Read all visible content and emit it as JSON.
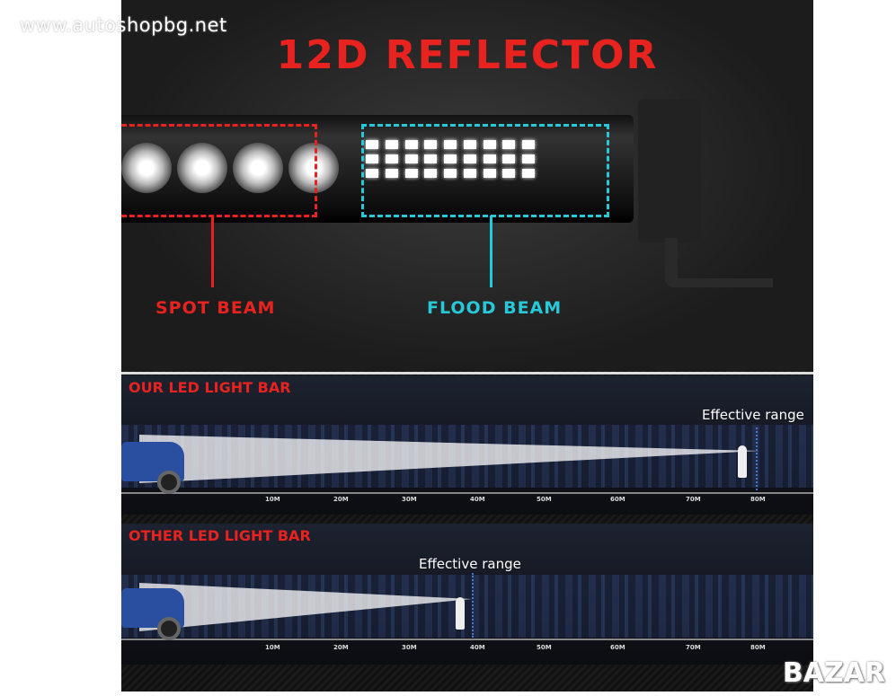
{
  "watermark": "www.autoshopbg.net",
  "corner_logo": "BAZAR",
  "title": "12D REFLECTOR",
  "labels": {
    "spot": "SPOT BEAM",
    "flood": "FLOOD BEAM"
  },
  "colors": {
    "red": "#e8231f",
    "cyan": "#27c9d9"
  },
  "ours": {
    "heading": "OUR LED LIGHT BAR",
    "effective": "Effective range",
    "range_m": 80
  },
  "other": {
    "heading": "OTHER LED LIGHT BAR",
    "effective": "Effective range",
    "range_m": 40
  },
  "ticks": [
    "10M",
    "20M",
    "30M",
    "40M",
    "50M",
    "60M",
    "70M",
    "80M"
  ]
}
